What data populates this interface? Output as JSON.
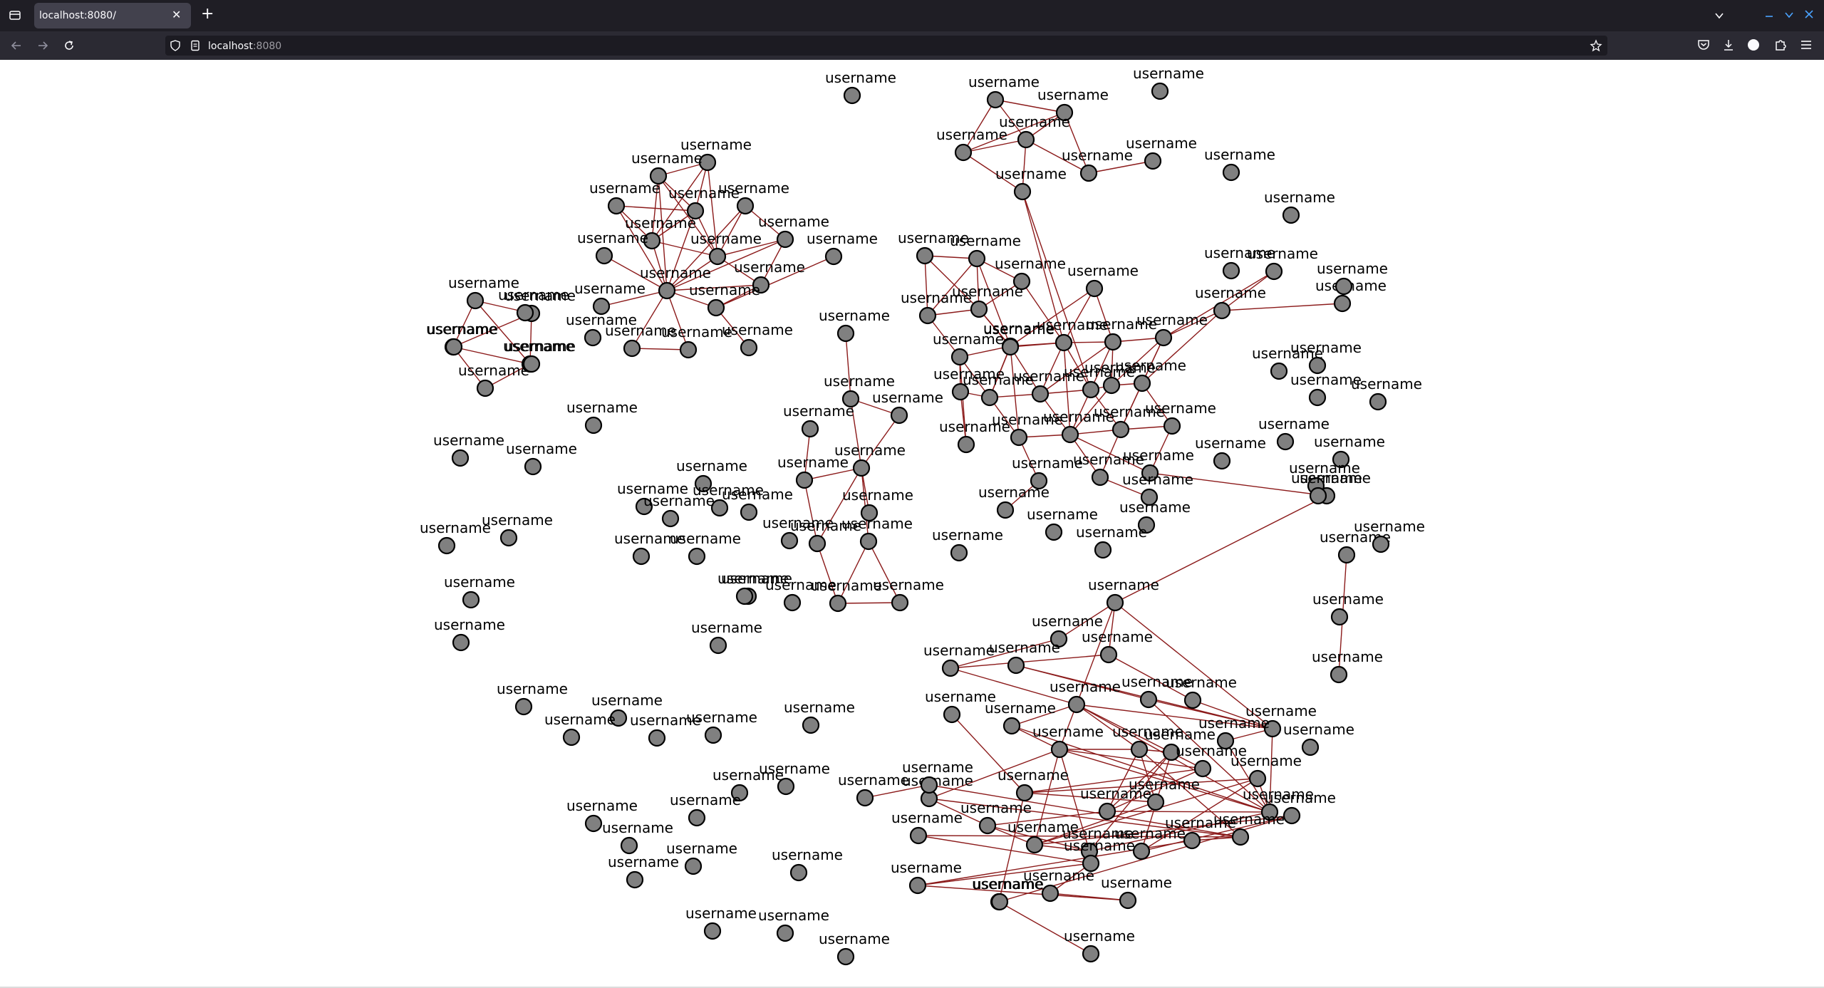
{
  "browser": {
    "tab_title": "localhost:8080/",
    "url_host": "localhost",
    "url_port": ":8080",
    "icons": [
      "tab-list-icon",
      "close-icon",
      "plus-icon",
      "chevron-down-icon",
      "minimize-icon",
      "maximize-icon",
      "window-close-icon",
      "back-icon",
      "forward-icon",
      "reload-icon",
      "shield-icon",
      "page-icon",
      "star-icon",
      "pocket-icon",
      "download-icon",
      "account-icon",
      "extensions-icon",
      "menu-icon"
    ]
  },
  "graph": {
    "node_label": "username",
    "node_count": 205,
    "colors": {
      "edge": "#8b1a1a",
      "node_fill": "#808080",
      "node_stroke": "#000000"
    }
  }
}
